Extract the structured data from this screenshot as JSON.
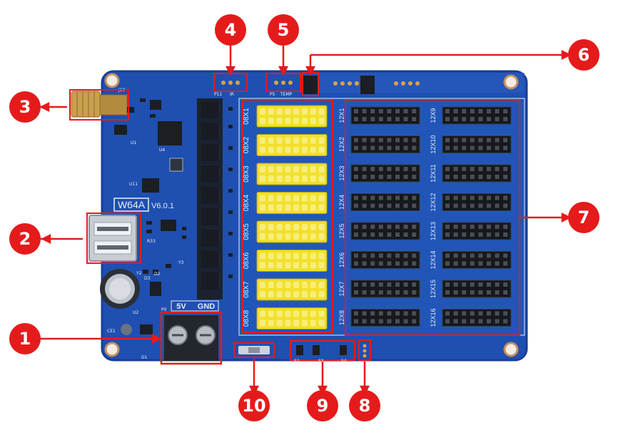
{
  "board": {
    "model_label": "W64A",
    "version_label": "V6.0.1",
    "power_labels": [
      "5V",
      "GND"
    ],
    "colors": {
      "pcb": "#1f4fb0",
      "pcb_edge": "#173f94",
      "callout": "#e51b1b",
      "hub08": "#f2e02a",
      "hub12": "#16181c",
      "silk": "#e8eef8"
    }
  },
  "hub08_labels": [
    "08X1",
    "08X2",
    "08X3",
    "08X4",
    "08X5",
    "08X6",
    "08X7",
    "08X8"
  ],
  "hub12_labels": [
    "12X1",
    "12X2",
    "12X3",
    "12X4",
    "12X5",
    "12X6",
    "12X7",
    "12X8",
    "12X9",
    "12X10",
    "12X11",
    "12X12",
    "12X13",
    "12X14",
    "12X15",
    "12X16"
  ],
  "small_silk": {
    "p11": "P11",
    "ir": "IR",
    "p5": "P5",
    "temp": "TEMP",
    "u4": "U4",
    "u1": "U1",
    "u11": "U11",
    "u2": "U2",
    "r33": "R33",
    "y2": "Y2",
    "y3": "Y3",
    "d1": "D1",
    "d2": "D2",
    "d3": "D3",
    "ce1": "CE1",
    "j10": "J10",
    "p0": "P0",
    "s2": "S2",
    "s3": "S3",
    "s4": "S4"
  },
  "callouts": [
    "1",
    "2",
    "3",
    "4",
    "5",
    "6",
    "7",
    "8",
    "9",
    "10"
  ]
}
